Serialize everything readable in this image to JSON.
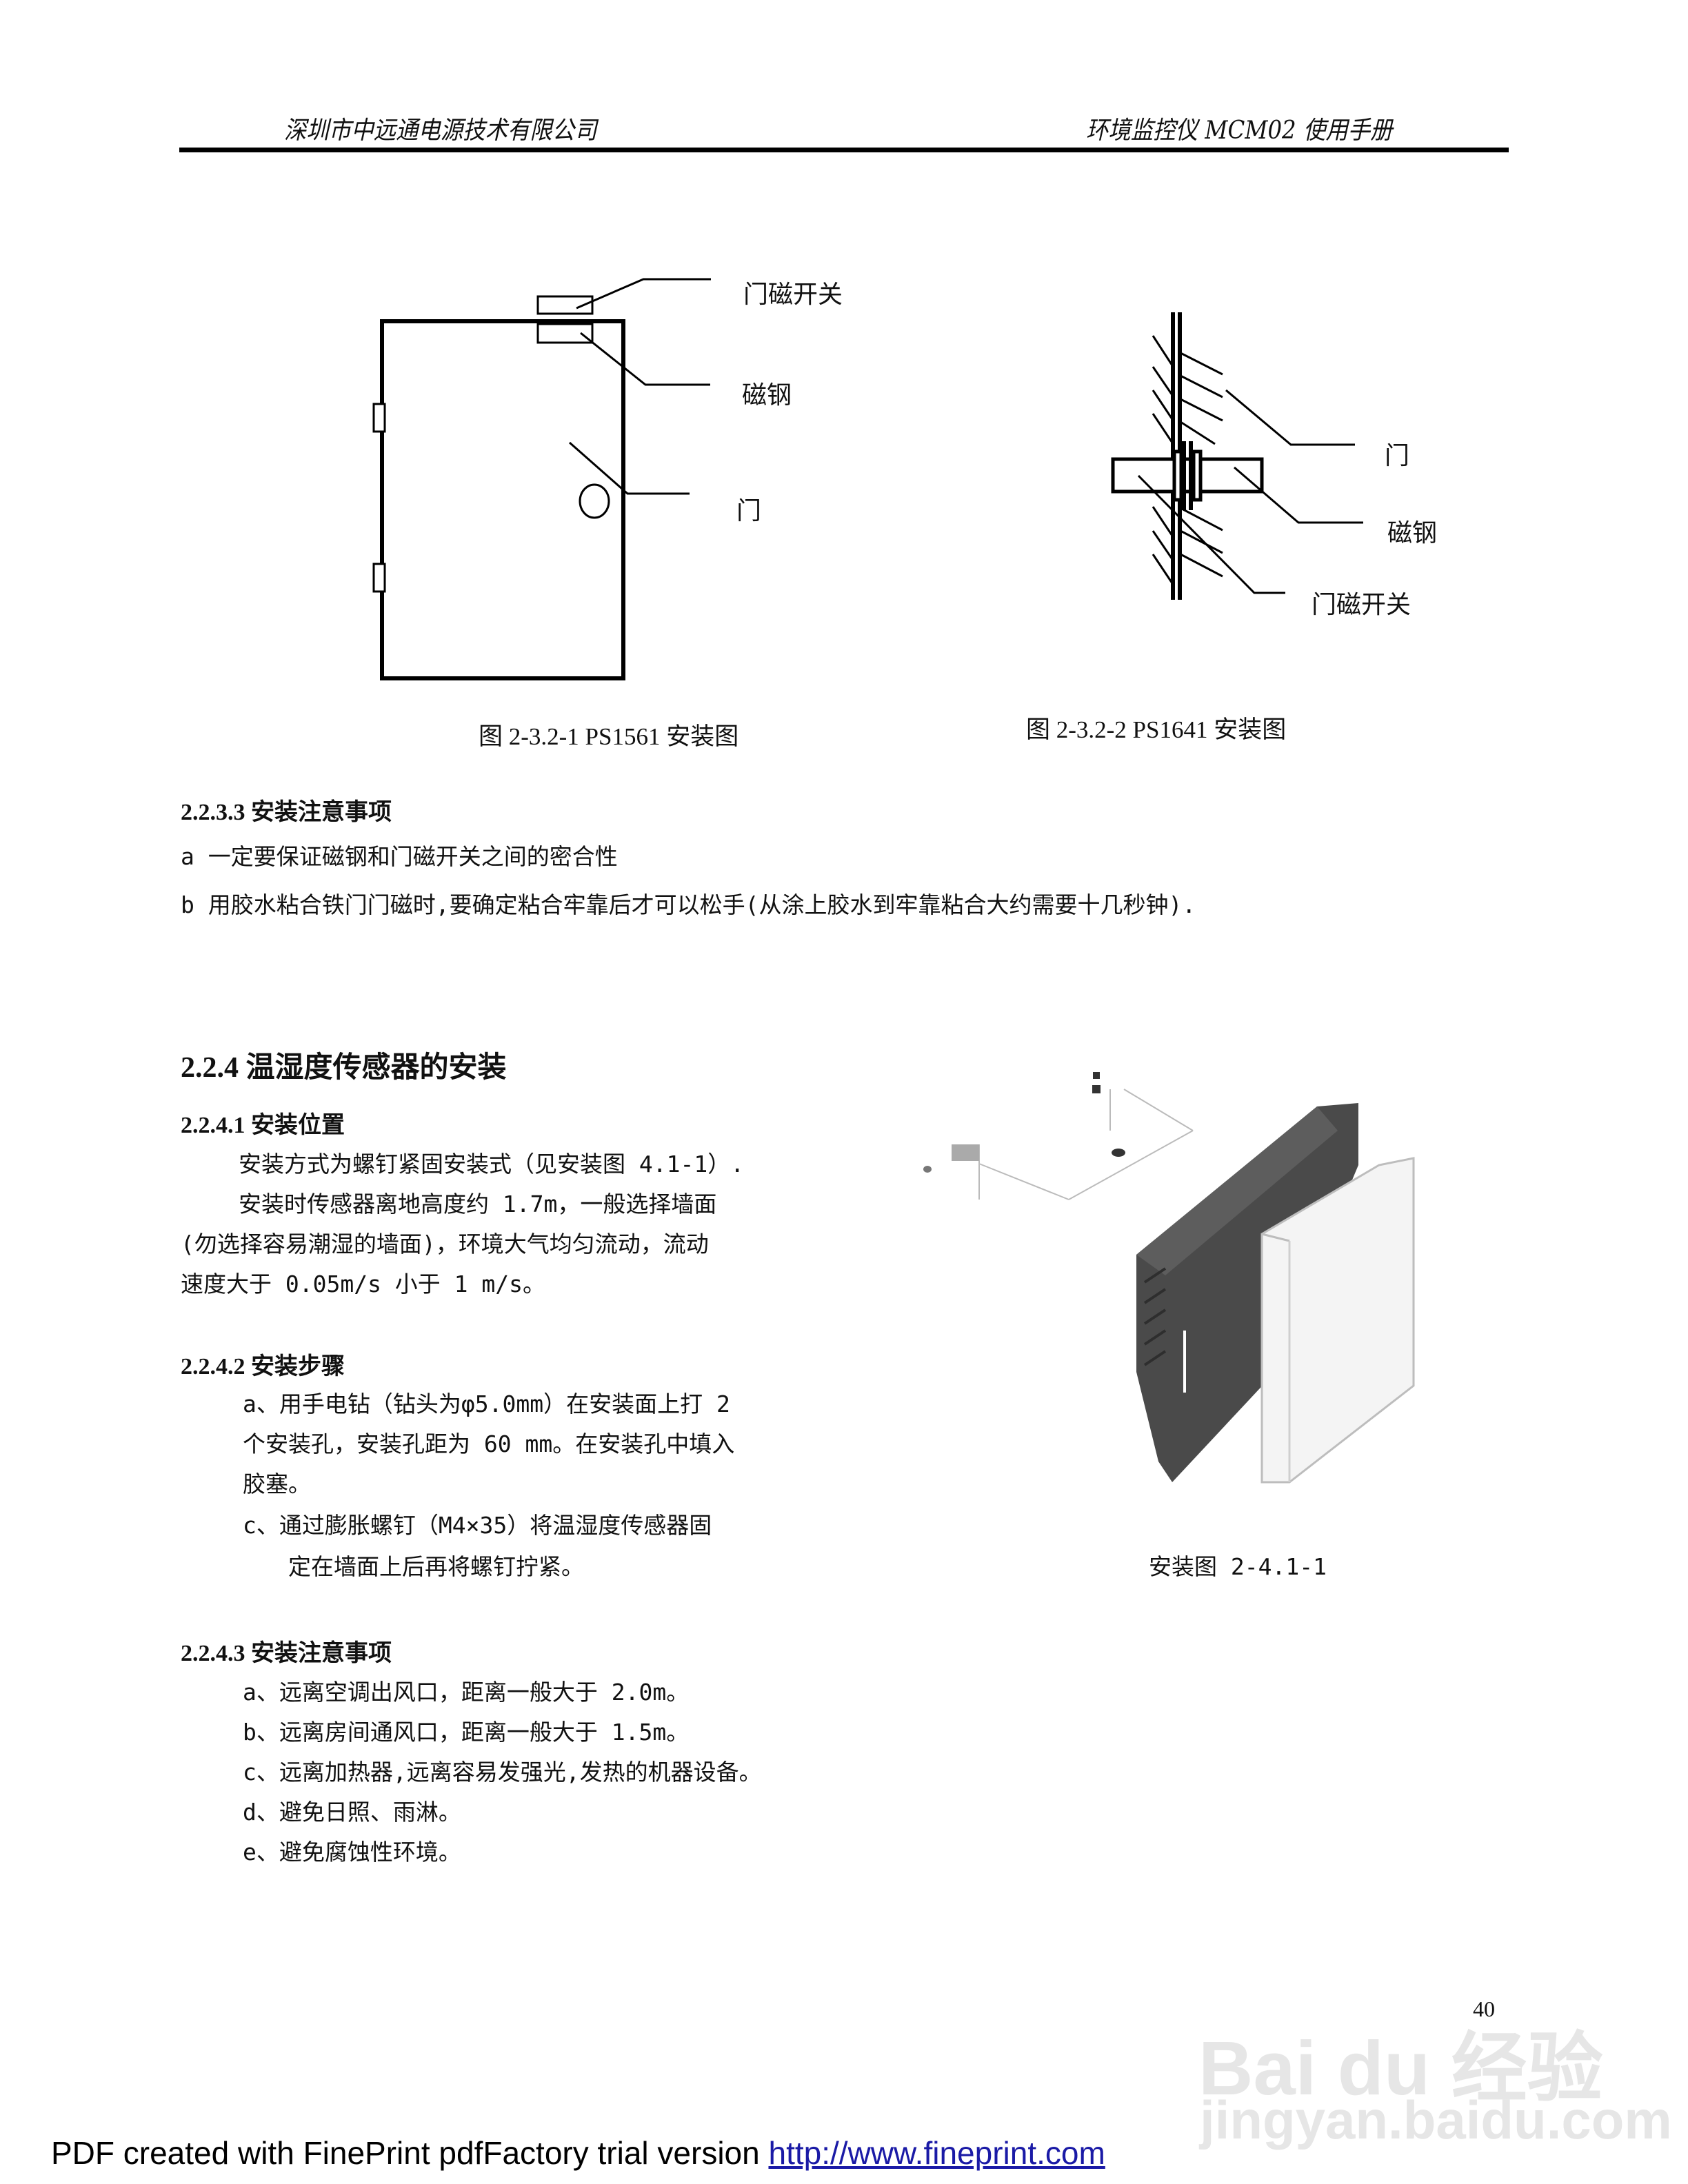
{
  "header": {
    "company": "深圳市中远通电源技术有限公司",
    "manual_title": "环境监控仪 MCM02 使用手册"
  },
  "figure_ps1561": {
    "labels": [
      "门磁开关",
      "磁钢",
      "门"
    ],
    "caption": "图 2-3.2-1 PS1561 安装图"
  },
  "figure_ps1641": {
    "labels": [
      "门",
      "磁钢",
      "门磁开关"
    ],
    "caption": "图 2-3.2-2 PS1641 安装图"
  },
  "section_2233": {
    "heading": "2.2.3.3 安装注意事项",
    "items": [
      "a 一定要保证磁钢和门磁开关之间的密合性",
      "b 用胶水粘合铁门门磁时,要确定粘合牢靠后才可以松手(从涂上胶水到牢靠粘合大约需要十几秒钟)."
    ]
  },
  "section_224": {
    "heading": "2.2.4 温湿度传感器的安装",
    "sub1": {
      "heading": "2.2.4.1 安装位置",
      "lines": [
        "安装方式为螺钉紧固安装式（见安装图 4.1-1）.",
        "安装时传感器离地高度约 1.7m，一般选择墙面",
        "(勿选择容易潮湿的墙面)，环境大气均匀流动，流动",
        "速度大于 0.05m/s 小于 1 m/s。"
      ]
    },
    "sub2": {
      "heading": "2.2.4.2 安装步骤",
      "lines": [
        "a、用手电钻（钻头为φ5.0mm）在安装面上打 2",
        "个安装孔，安装孔距为 60 mm。在安装孔中填入",
        "胶塞。",
        "c、通过膨胀螺钉（M4×35）将温湿度传感器固",
        "定在墙面上后再将螺钉拧紧。"
      ]
    },
    "sub3": {
      "heading": "2.2.4.3  安装注意事项",
      "items": [
        "a、远离空调出风口，距离一般大于 2.0m。",
        "b、远离房间通风口，距离一般大于 1.5m。",
        "c、远离加热器,远离容易发强光,发热的机器设备。",
        "d、避免日照、雨淋。",
        "e、避免腐蚀性环境。"
      ]
    },
    "figure_caption": "安装图 2-4.1-1"
  },
  "page_number": "40",
  "watermark": {
    "brand": "Bai du 经验",
    "url": "jingyan.baidu.com"
  },
  "footer": {
    "text": "PDF created with FinePrint pdfFactory trial version ",
    "link": "http://www.fineprint.com",
    "link_color": "#1a1aa6"
  }
}
